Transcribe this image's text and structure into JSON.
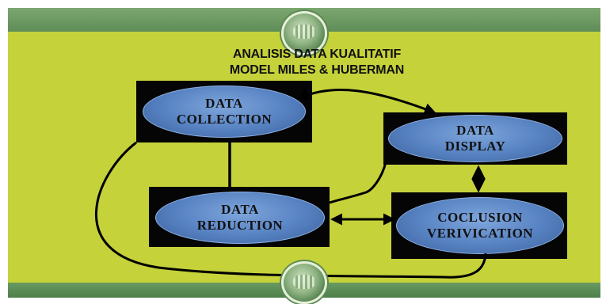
{
  "title": {
    "line1": "ANALISIS DATA KUALITATIF",
    "line2": "MODEL MILES & HUBERMAN"
  },
  "nodes": {
    "collection": {
      "line1": "DATA",
      "line2": "COLLECTION"
    },
    "display": {
      "line1": "DATA",
      "line2": "DISPLAY"
    },
    "reduction": {
      "line1": "DATA",
      "line2": "REDUCTION"
    },
    "conclusion": {
      "line1": "COCLUSION",
      "line2": "VERIVICATION"
    }
  },
  "colors": {
    "panel": "#c6d23a",
    "band": "#6a9a62",
    "box": "#050505",
    "ellipse": "#5681c1",
    "arrow": "#000000"
  }
}
